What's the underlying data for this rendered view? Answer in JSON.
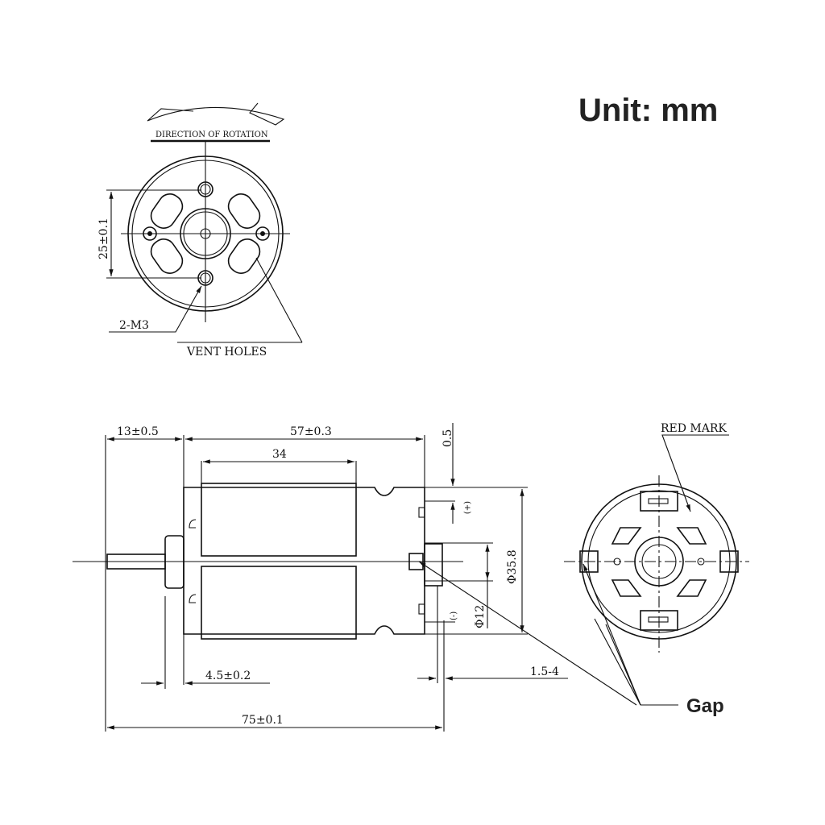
{
  "unit_label": "Unit: mm",
  "end_view": {
    "rotation_label": "DIRECTION OF ROTATION",
    "hole_spacing": "25±0.1",
    "mount_holes": "2-M3",
    "vent_holes": "VENT HOLES"
  },
  "side_view": {
    "shaft_length": "13±0.5",
    "body_length": "57±0.3",
    "magnet_length": "34",
    "terminal_offset": "0.5",
    "plus_terminal": "(+)",
    "minus_terminal": "(-)",
    "body_diameter": "Φ35.8",
    "boss_diameter": "Φ12",
    "flange": "4.5±0.2",
    "terminal_range": "1.5-4",
    "total_length": "75±0.1"
  },
  "rear_view": {
    "red_mark": "RED MARK",
    "gap": "Gap"
  }
}
